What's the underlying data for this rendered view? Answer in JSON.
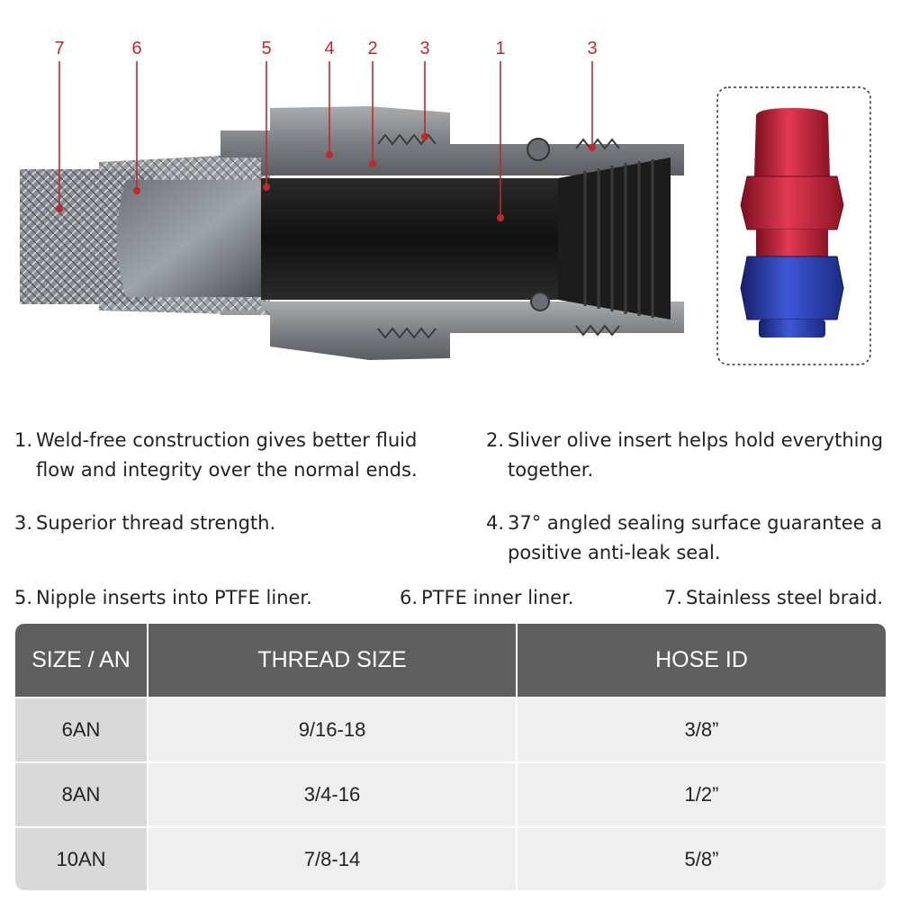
{
  "callouts": [
    {
      "label": "7"
    },
    {
      "label": "6"
    },
    {
      "label": "5"
    },
    {
      "label": "4"
    },
    {
      "label": "2"
    },
    {
      "label": "3"
    },
    {
      "label": "1"
    },
    {
      "label": "3"
    }
  ],
  "features": [
    {
      "num": "1.",
      "text": "Weld-free construction gives better fluid flow and integrity over the normal ends."
    },
    {
      "num": "2.",
      "text": "Sliver olive insert helps hold everything together."
    },
    {
      "num": "3.",
      "text": "Superior thread strength."
    },
    {
      "num": "4.",
      "text": "37° angled sealing surface guarantee a positive anti-leak seal."
    },
    {
      "num": "5.",
      "text": "Nipple inserts into PTFE liner."
    },
    {
      "num": "6.",
      "text": "PTFE inner liner."
    },
    {
      "num": "7.",
      "text": "Stainless steel braid."
    }
  ],
  "table": {
    "headers": [
      "SIZE / AN",
      "THREAD SIZE",
      "HOSE ID"
    ],
    "rows": [
      [
        "6AN",
        "9/16-18",
        "3/8”"
      ],
      [
        "8AN",
        "3/4-16",
        "1/2”"
      ],
      [
        "10AN",
        "7/8-14",
        "5/8”"
      ]
    ]
  },
  "colors": {
    "callout": "#c0282e",
    "header_bg": "#5e5e5e",
    "fitting_red": "#c4203a",
    "fitting_blue": "#2a3fb0"
  }
}
